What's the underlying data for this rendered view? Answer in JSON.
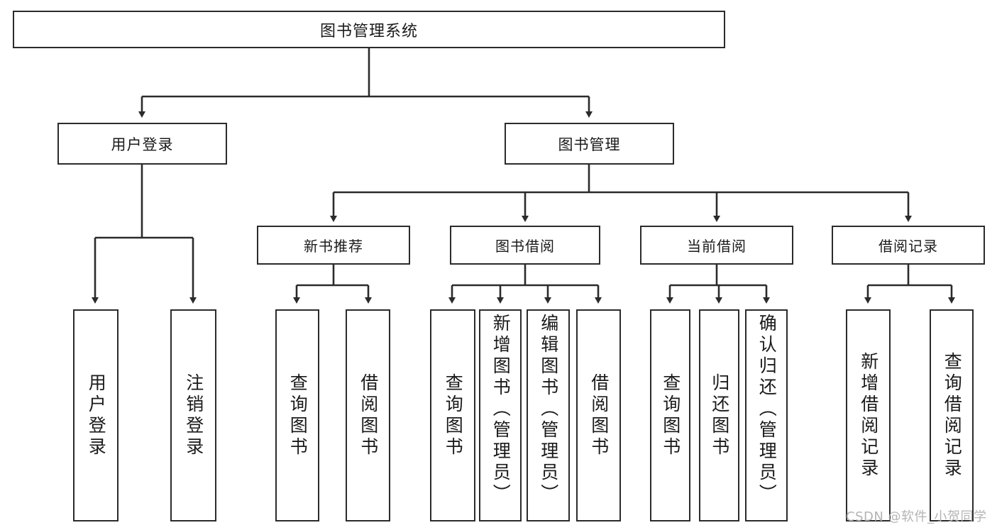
{
  "diagram": {
    "title": "图书管理系统",
    "type": "tree-hierarchy-diagram",
    "root": {
      "label": "图书管理系统"
    },
    "level1": [
      {
        "label": "用户登录"
      },
      {
        "label": "图书管理"
      }
    ],
    "level2": [
      {
        "label": "新书推荐"
      },
      {
        "label": "图书借阅"
      },
      {
        "label": "当前借阅"
      },
      {
        "label": "借阅记录"
      }
    ],
    "leaves": [
      {
        "label": "用户登录",
        "parent": "用户登录"
      },
      {
        "label": "注销登录",
        "parent": "用户登录"
      },
      {
        "label": "查询图书",
        "parent": "新书推荐"
      },
      {
        "label": "借阅图书",
        "parent": "新书推荐"
      },
      {
        "label": "查询图书",
        "parent": "图书借阅"
      },
      {
        "label": "新增图书（管理员）",
        "parent": "图书借阅"
      },
      {
        "label": "编辑图书（管理员）",
        "parent": "图书借阅"
      },
      {
        "label": "借阅图书",
        "parent": "图书借阅"
      },
      {
        "label": "查询图书",
        "parent": "当前借阅"
      },
      {
        "label": "归还图书",
        "parent": "当前借阅"
      },
      {
        "label": "确认归还（管理员）",
        "parent": "当前借阅"
      },
      {
        "label": "新增借阅记录",
        "parent": "借阅记录"
      },
      {
        "label": "查询借阅记录",
        "parent": "借阅记录"
      }
    ],
    "watermark": "CSDN @软件_小贺同学",
    "colors": {
      "stroke": "#2b2b2b",
      "fill": "#ffffff",
      "text": "#1a1a1a",
      "watermark": "#b4b4b4"
    }
  }
}
